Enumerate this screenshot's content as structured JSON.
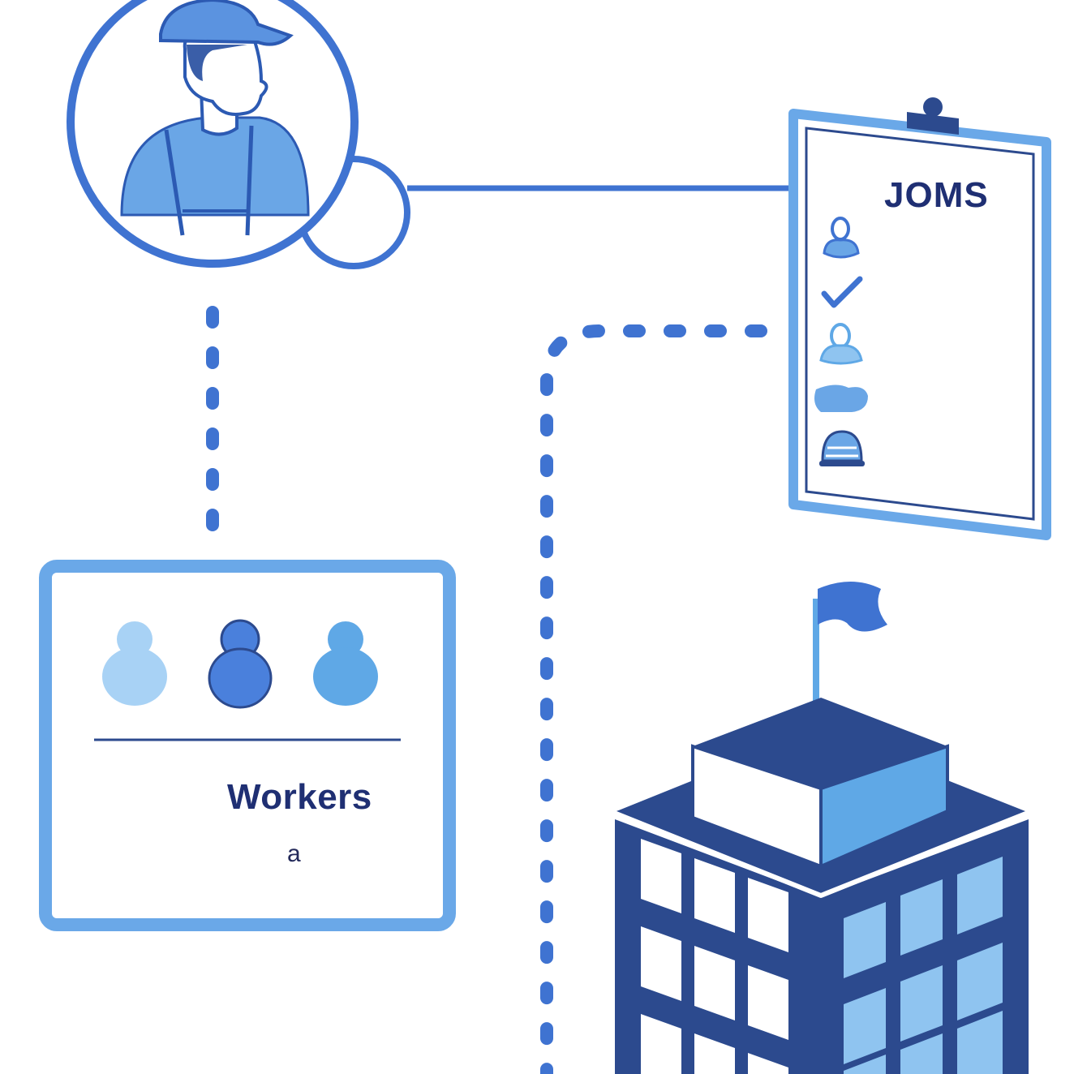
{
  "workers_card": {
    "title": "Workers",
    "subtitle": "a"
  },
  "clipboard": {
    "title": "JOMS",
    "items": [
      "person-icon",
      "check-icon",
      "person-icon",
      "handshake-icon",
      "hardhat-icon"
    ]
  },
  "colors": {
    "primary": "#3f73d1",
    "dark": "#2c4a8e",
    "light": "#8fc4f0",
    "mid": "#5fa8e6",
    "text": "#1f2f73"
  }
}
